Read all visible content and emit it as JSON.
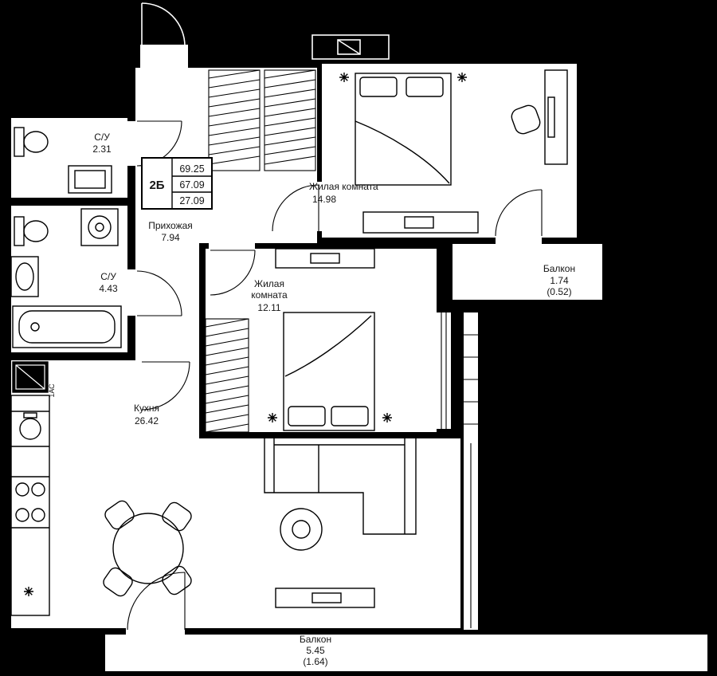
{
  "colors": {
    "background": "#000000",
    "floor": "#ffffff",
    "walls": "#000000",
    "text": "#161616"
  },
  "info_box": {
    "type": "2Б",
    "area_total": "69.25",
    "area_living": "67.09",
    "area_rooms": "27.09"
  },
  "rooms": {
    "bathroom_small": {
      "name": "С/У",
      "area": "2.31"
    },
    "bathroom_large": {
      "name": "С/У",
      "area": "4.43"
    },
    "hallway": {
      "name": "Прихожая",
      "area": "7.94"
    },
    "bedroom_top": {
      "name": "Жилая комната",
      "area": "14.98"
    },
    "bedroom_mid": {
      "name_line1": "Жилая",
      "name_line2": "комната",
      "area": "12.11"
    },
    "kitchen": {
      "name": "Кухня",
      "area": "26.42"
    },
    "balcony_right": {
      "name": "Балкон",
      "area": "1.74",
      "area_coeff": "(0.52)"
    },
    "balcony_bottom": {
      "name": "Балкон",
      "area": "5.45",
      "area_coeff": "(1.64)"
    },
    "shaft": {
      "label": "1АС"
    }
  }
}
